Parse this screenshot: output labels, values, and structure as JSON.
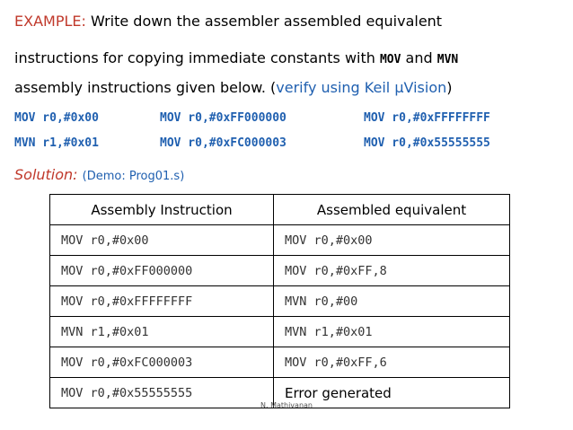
{
  "intro": {
    "example_label": "EXAMPLE:",
    "line1_text": " Write down the assembler assembled equivalent",
    "line2_text": "instructions for copying immediate constants with ",
    "mov_kw": "MOV",
    "and_text": " and ",
    "mvn_kw": "MVN",
    "line3_text": "assembly instructions given below. (",
    "verify_text": "verify using Keil μVision",
    "close_paren": ")"
  },
  "code_rows": [
    [
      "MOV r0,#0x00",
      "MOV r0,#0xFF000000",
      "MOV r0,#0xFFFFFFFF"
    ],
    [
      "MVN r1,#0x01",
      "MOV r0,#0xFC000003",
      "MOV r0,#0x55555555"
    ]
  ],
  "solution": {
    "label": "Solution:",
    "demo": "(Demo: Prog01.s)"
  },
  "table": {
    "headers": [
      "Assembly Instruction",
      "Assembled equivalent"
    ],
    "rows": [
      [
        "MOV r0,#0x00",
        "MOV r0,#0x00"
      ],
      [
        "MOV r0,#0xFF000000",
        "MOV r0,#0xFF,8"
      ],
      [
        "MOV r0,#0xFFFFFFFF",
        "MVN r0,#00"
      ],
      [
        "MVN r1,#0x01",
        "MVN r1,#0x01"
      ],
      [
        "MOV r0,#0xFC000003",
        "MOV r0,#0xFF,6"
      ],
      [
        "MOV r0,#0x55555555",
        "Error generated"
      ]
    ]
  },
  "footer": "N. Mathivanan"
}
